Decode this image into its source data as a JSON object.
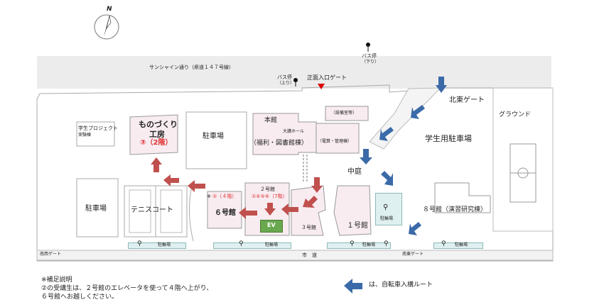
{
  "compass": {
    "letter": "N"
  },
  "roads": {
    "sunshine": "サンシャイン通り（県道１４７号線）",
    "city_road": "市　道"
  },
  "bus_stops": {
    "down": {
      "label": "バス停",
      "sub": "（下り）"
    },
    "up": {
      "label": "バス停",
      "sub": "（上り）"
    }
  },
  "gates": {
    "main": "正面入口ゲート",
    "northeast": "北東ゲート",
    "southwest": "南西ゲート",
    "southeast": "南東ゲート"
  },
  "buildings": {
    "student_project": {
      "line1": "学生プロジェクト",
      "line2": "実験棟"
    },
    "monozukuri": {
      "line1": "ものづくり",
      "line2": "工房",
      "note": "③（2階）"
    },
    "parking_center": "駐車場",
    "parking_west": "駐車場",
    "tennis": "テニスコート",
    "honkan": {
      "title": "本館",
      "hall": "大講ホール",
      "sub": "（福利・図書館棟）"
    },
    "setsubi": "（設備室等）",
    "denki": "（電算・管理棟）",
    "courtyard": "中庭",
    "student_parking": "学生用駐車場",
    "ground": "グラウンド",
    "b2": {
      "title": "２号館",
      "note": "①④⑤⑥（7階）"
    },
    "b6": {
      "title": "６号館",
      "note_prefix": "※",
      "note": "②（４階）"
    },
    "b3": "３号館",
    "b1": "１号館",
    "b8": "８号館（演習研究棟）",
    "ev": "EV"
  },
  "bike_lot_label": "駐輪場",
  "legend": {
    "note_title": "※補足説明",
    "note_line1": "②の受講生は、２号館のエレベータを使って４階へ上がり、",
    "note_line2": "６号館へお越しください。",
    "bike_route": "は、自転車入構ルート"
  },
  "colors": {
    "red_arrow": "#c0504d",
    "blue_arrow": "#3a6aa8",
    "red_text": "#e03030",
    "ev_green": "#6aa84f"
  }
}
